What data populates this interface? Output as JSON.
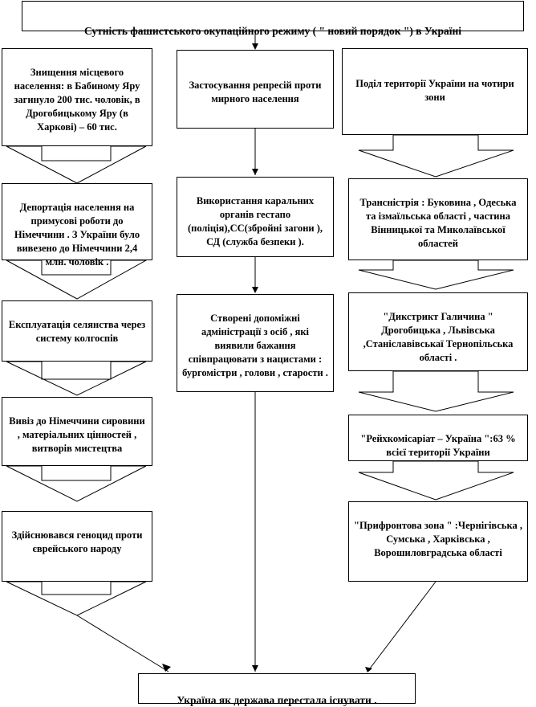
{
  "title": "Сутність фашистського окупаційного режиму ( \" новий порядок \") в Україні",
  "left_column": [
    "Знищення місцевого населення: в Бабиному Яру загинуло 200 тис. чоловік, в Дрогобицькому Яру (в Харкові) – 60 тис.",
    "Депортація населення на примусові роботи до Німеччини . З України було вивезено до Німеччини 2,4 млн. чоловік .",
    "Експлуатація селянства через систему колгоспів",
    "Вивіз до Німеччини сировини , матеріальних цінностей , витворів мистецтва",
    "Здійснювався геноцид проти єврейського народу"
  ],
  "middle_column": [
    "Застосування репресій проти мирного населення",
    "Використання каральних органів гестапо (поліція),СС(збройні загони ), СД (служба безпеки ).",
    "Створені допоміжні адміністрації з осіб , які виявили бажання співпрацювати з нацистами : бургомістри , голови , старости ."
  ],
  "right_column": [
    "Поділ території України на чотири зони",
    "Трансністрія : Буковина , Одеська та ізмаїльська області , частина Вінницької та Миколаївської областей",
    "\"Дикстрикт Галичина \" Дрогобицька , Львівська ,Станіславівськаї Тернопільська області .",
    "\"Рейхкомісаріат – Україна \":63 % всієї території України",
    "\"Прифронтова зона \" :Чернігівська , Сумська , Харківська , Ворошиловградська області"
  ],
  "conclusion": "Україна як держава перестала існувати ."
}
